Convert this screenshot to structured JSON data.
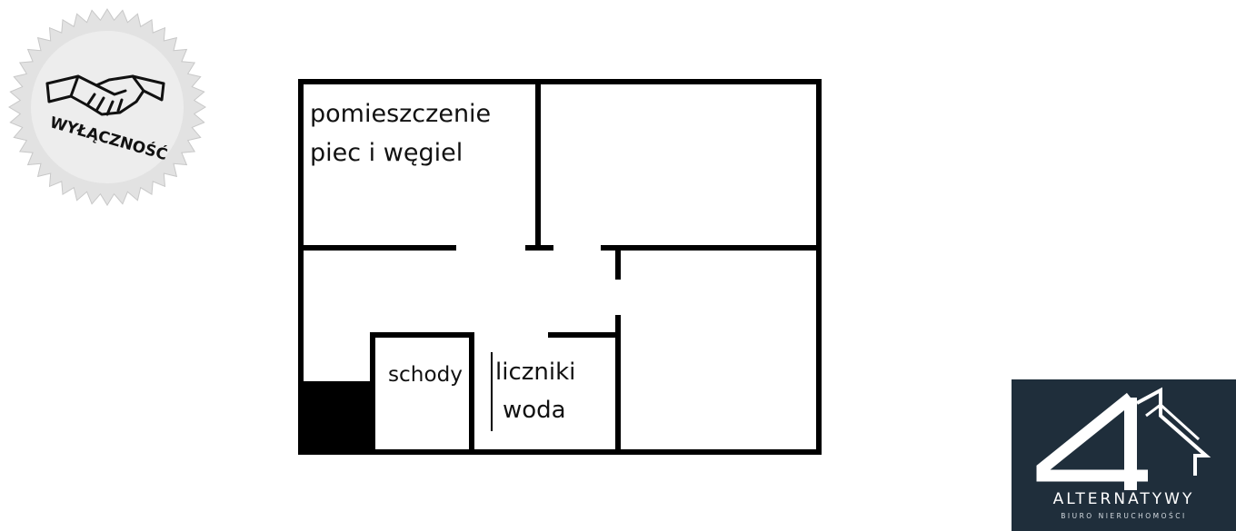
{
  "badge": {
    "text": "WYŁĄCZNOŚĆ",
    "icon": "handshake-icon"
  },
  "floorplan": {
    "rooms": [
      {
        "id": "stove-room",
        "lines": [
          "pomieszczenie",
          "piec i węgiel"
        ]
      },
      {
        "id": "stairs",
        "lines": [
          "schody"
        ]
      },
      {
        "id": "meters",
        "lines": [
          "liczniki",
          "woda"
        ]
      }
    ]
  },
  "logo": {
    "mark": "4",
    "brand": "ALTERNATYWY",
    "tagline": "BIURO NIERUCHOMOŚCI",
    "colors": {
      "background": "#1f2e3b",
      "mark": "#ffffff"
    }
  },
  "colors": {
    "walls": "#000000",
    "background": "#ffffff"
  }
}
